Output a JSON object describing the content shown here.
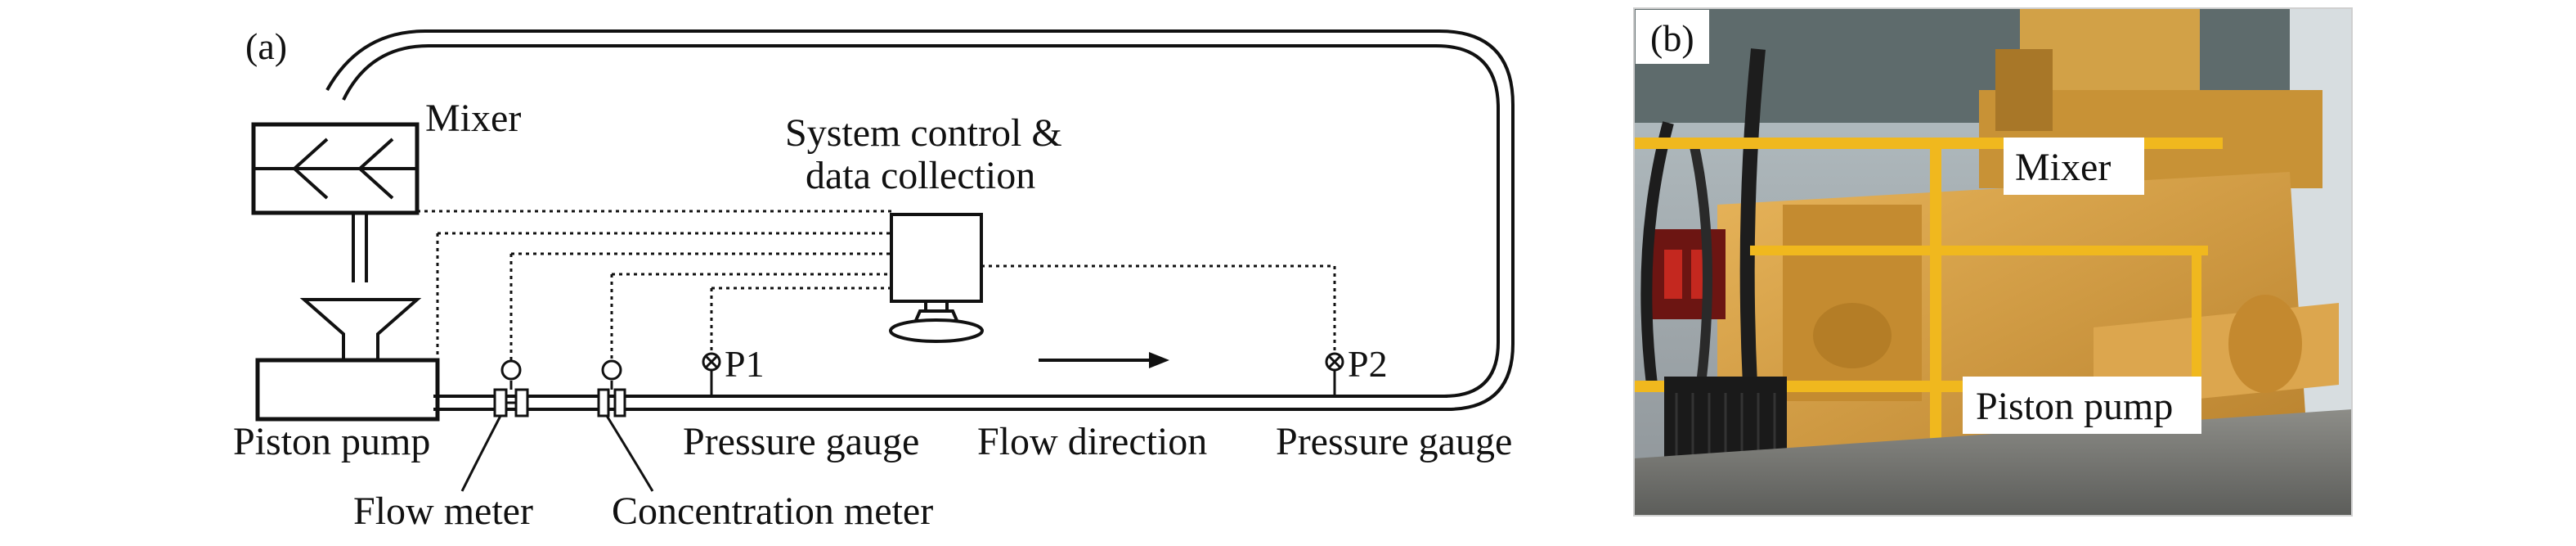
{
  "panel_a": {
    "panel_label": "(a)",
    "labels": {
      "mixer": "Mixer",
      "control_line1": "System control &",
      "control_line2": "data collection",
      "p1": "P1",
      "p2": "P2",
      "piston_pump": "Piston pump",
      "pressure_gauge_1": "Pressure gauge",
      "flow_direction": "Flow direction",
      "pressure_gauge_2": "Pressure gauge",
      "flow_meter": "Flow meter",
      "concentration_meter": "Concentration meter"
    }
  },
  "panel_b": {
    "panel_label": "(b)",
    "labels": {
      "mixer": "Mixer",
      "piston_pump": "Piston pump"
    }
  },
  "colors": {
    "line": "#111111",
    "machine_yellow": "#d9a53a",
    "rail_yellow": "#f0b81e",
    "dark_panel": "#1a1a1a"
  }
}
